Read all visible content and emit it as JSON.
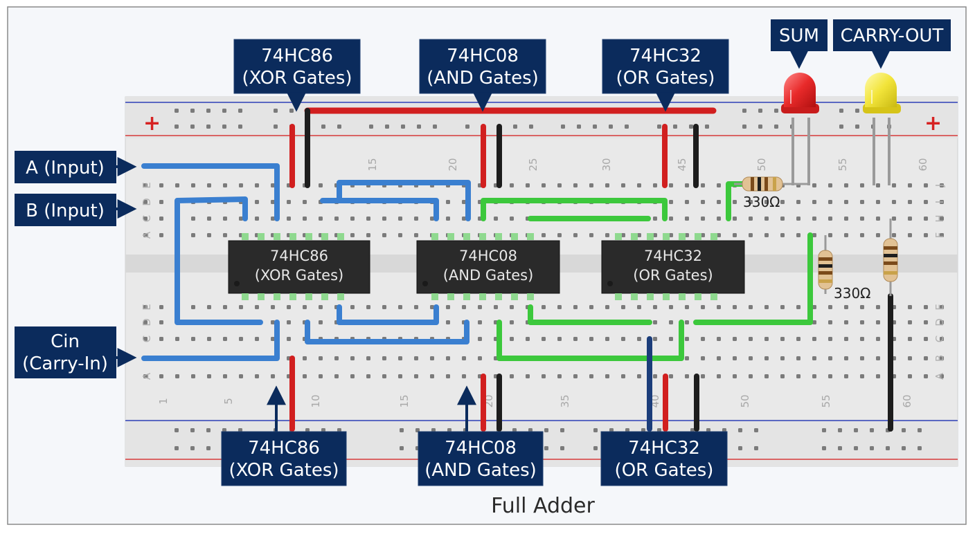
{
  "caption": "Full Adder",
  "inputs": {
    "a": "A (Input)",
    "b": "B (Input)",
    "cin_line1": "Cin",
    "cin_line2": "(Carry-In)"
  },
  "outputs": {
    "sum": "SUM",
    "carry_out": "CARRY-OUT"
  },
  "chips": [
    {
      "part": "74HC86",
      "function": "(XOR Gates)"
    },
    {
      "part": "74HC08",
      "function": "(AND Gates)"
    },
    {
      "part": "74HC32",
      "function": "(OR Gates)"
    }
  ],
  "top_callouts": [
    {
      "line1": "74HC86",
      "line2": "(XOR Gates)"
    },
    {
      "line1": "74HC08",
      "line2": "(AND Gates)"
    },
    {
      "line1": "74HC32",
      "line2": "(OR Gates)"
    }
  ],
  "bottom_callouts": [
    {
      "line1": "74HC86",
      "line2": "(XOR Gates)"
    },
    {
      "line1": "74HC08",
      "line2": "(AND Gates)"
    },
    {
      "line1": "74HC32",
      "line2": "(OR Gates)"
    }
  ],
  "resistors": [
    {
      "label": "330Ω"
    },
    {
      "label": "330Ω"
    },
    {
      "label": ""
    }
  ],
  "rail_plus_left": "+",
  "rail_plus_right": "+",
  "column_numbers_top": [
    "15",
    "20",
    "25",
    "30",
    "45",
    "50",
    "55",
    "60"
  ],
  "column_numbers_bottom": [
    "1",
    "5",
    "10",
    "15",
    "20",
    "35",
    "40",
    "50",
    "55",
    "60"
  ],
  "row_letters_top_left": [
    "E",
    "D",
    "C",
    "A"
  ],
  "row_letters_top_right": [
    "J",
    "I",
    "H",
    "F"
  ],
  "row_letters_bottom_left": [
    "E",
    "D",
    "C",
    "B",
    "A"
  ],
  "row_letters_bottom_right": [
    "E",
    "D",
    "C",
    "B",
    "A"
  ],
  "colors": {
    "callout": "#0b2b5c",
    "wire_red": "#d11f1f",
    "wire_black": "#1d1d1d",
    "wire_blue": "#3a7fd0",
    "wire_green": "#3cc83c",
    "wire_navy": "#1b3d7a",
    "chip": "#2a2a2a",
    "led_red": "#e82a2a",
    "led_yellow": "#f2e43a"
  }
}
